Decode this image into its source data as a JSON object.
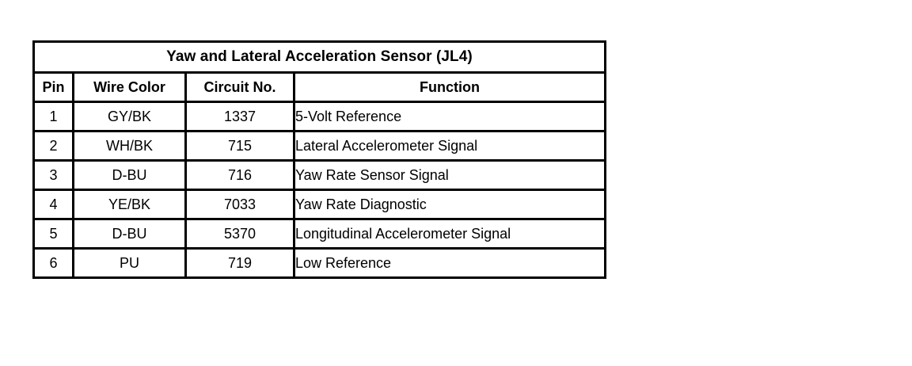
{
  "table": {
    "title": "Yaw and Lateral Acceleration Sensor (JL4)",
    "columns": [
      {
        "key": "pin",
        "label": "Pin"
      },
      {
        "key": "wire_color",
        "label": "Wire Color"
      },
      {
        "key": "circuit_no",
        "label": "Circuit No."
      },
      {
        "key": "function",
        "label": "Function"
      }
    ],
    "rows": [
      {
        "pin": "1",
        "wire_color": "GY/BK",
        "circuit_no": "1337",
        "function": "5-Volt Reference"
      },
      {
        "pin": "2",
        "wire_color": "WH/BK",
        "circuit_no": "715",
        "function": "Lateral Accelerometer Signal"
      },
      {
        "pin": "3",
        "wire_color": "D-BU",
        "circuit_no": "716",
        "function": "Yaw Rate Sensor Signal"
      },
      {
        "pin": "4",
        "wire_color": "YE/BK",
        "circuit_no": "7033",
        "function": "Yaw Rate Diagnostic"
      },
      {
        "pin": "5",
        "wire_color": "D-BU",
        "circuit_no": "5370",
        "function": "Longitudinal Accelerometer Signal"
      },
      {
        "pin": "6",
        "wire_color": "PU",
        "circuit_no": "719",
        "function": "Low Reference"
      }
    ]
  },
  "colors": {
    "background": "#ffffff",
    "border": "#000000",
    "text": "#000000"
  }
}
